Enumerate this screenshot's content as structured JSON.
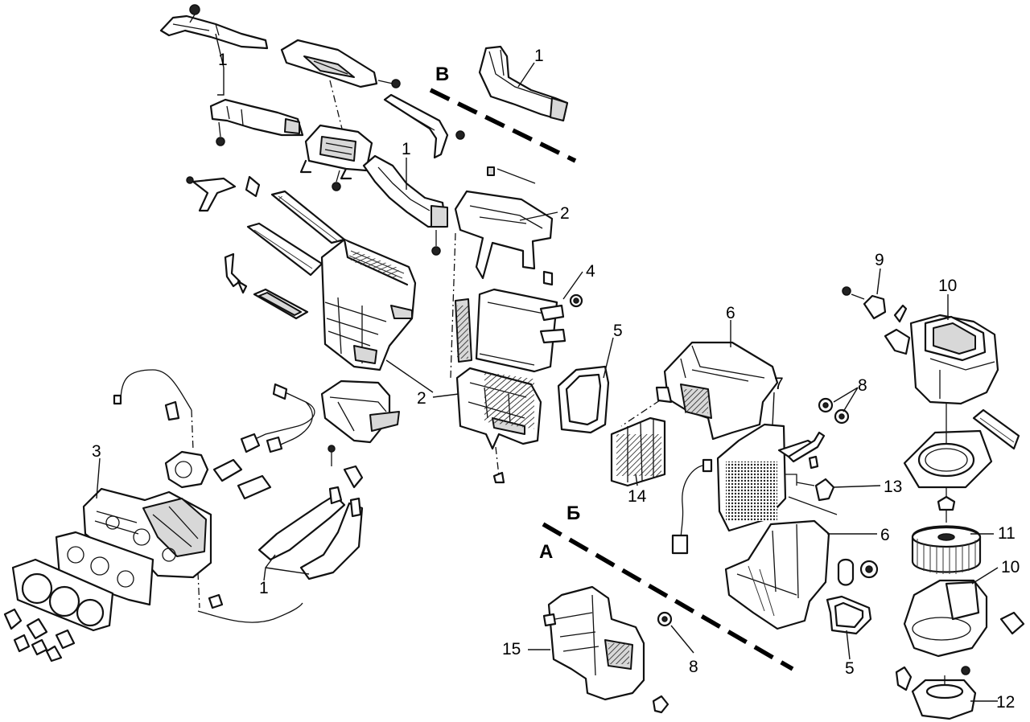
{
  "sections": {
    "a": "А",
    "b": "Б",
    "v": "В"
  },
  "callouts": {
    "c1_top": "1",
    "c1_mid": "1",
    "c1_right": "1",
    "c1_bottom": "1",
    "c2_upper": "2",
    "c2_lower": "2",
    "c3": "3",
    "c4": "4",
    "c5_upper": "5",
    "c5_lower": "5",
    "c6_upper": "6",
    "c6_lower": "6",
    "c7": "7",
    "c8_upper": "8",
    "c8_lower": "8",
    "c9": "9",
    "c10_upper": "10",
    "c10_lower": "10",
    "c11": "11",
    "c12": "12",
    "c13": "13",
    "c14": "14",
    "c15": "15"
  }
}
